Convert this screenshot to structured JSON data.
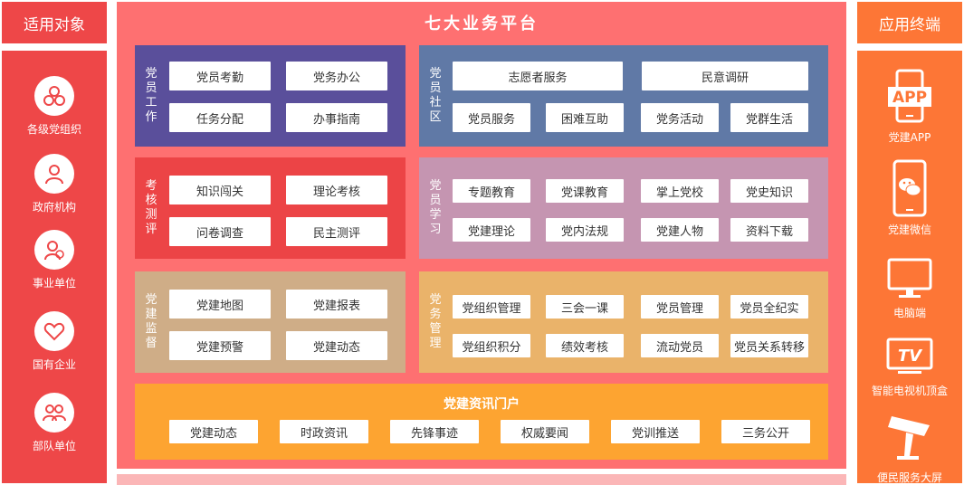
{
  "left_header": "适用对象",
  "right_header": "应用终端",
  "platform_title": "七大业务平台",
  "targets": [
    {
      "label": "各级党组织",
      "icon": "organization-icon"
    },
    {
      "label": "政府机构",
      "icon": "government-person-icon"
    },
    {
      "label": "事业单位",
      "icon": "institution-person-icon"
    },
    {
      "label": "国有企业",
      "icon": "heart-icon"
    },
    {
      "label": "部队单位",
      "icon": "group-icon"
    }
  ],
  "terminals": [
    {
      "label": "党建APP",
      "icon": "phone-app-icon",
      "badge": "APP"
    },
    {
      "label": "党建微信",
      "icon": "wechat-icon"
    },
    {
      "label": "电脑端",
      "icon": "monitor-icon"
    },
    {
      "label": "智能电视机顶盒",
      "icon": "tv-icon",
      "badge": "TV"
    },
    {
      "label": "便民服务大屏",
      "icon": "kiosk-icon"
    }
  ],
  "modules": {
    "party_work": {
      "title": "党员工作",
      "color": "#5a4f9b",
      "items": [
        "党员考勤",
        "党务办公",
        "任务分配",
        "办事指南"
      ]
    },
    "community": {
      "title": "党员社区",
      "color": "#6079a6",
      "items": [
        "志愿者服务",
        "民意调研",
        "党员服务",
        "困难互助",
        "党务活动",
        "党群生活"
      ]
    },
    "assessment": {
      "title": "考核测评",
      "color": "#ec4446",
      "items": [
        "知识闯关",
        "理论考核",
        "问卷调查",
        "民主测评"
      ]
    },
    "study": {
      "title": "党员学习",
      "color": "#c595b1",
      "items": [
        "专题教育",
        "党课教育",
        "掌上党校",
        "党史知识",
        "党建理论",
        "党内法规",
        "党建人物",
        "资料下载"
      ]
    },
    "supervision": {
      "title": "党建监督",
      "color": "#cfad87",
      "items": [
        "党建地图",
        "党建报表",
        "党建预警",
        "党建动态"
      ]
    },
    "management": {
      "title": "党务管理",
      "color": "#eab36a",
      "items": [
        "党组织管理",
        "三会一课",
        "党员管理",
        "党员全纪实",
        "党组织积分",
        "绩效考核",
        "流动党员",
        "党员关系转移"
      ]
    },
    "portal": {
      "title": "党建资讯门户",
      "color": "#fda431",
      "items": [
        "党建动态",
        "时政资讯",
        "先锋事迹",
        "权威要闻",
        "党训推送",
        "三务公开"
      ]
    }
  }
}
